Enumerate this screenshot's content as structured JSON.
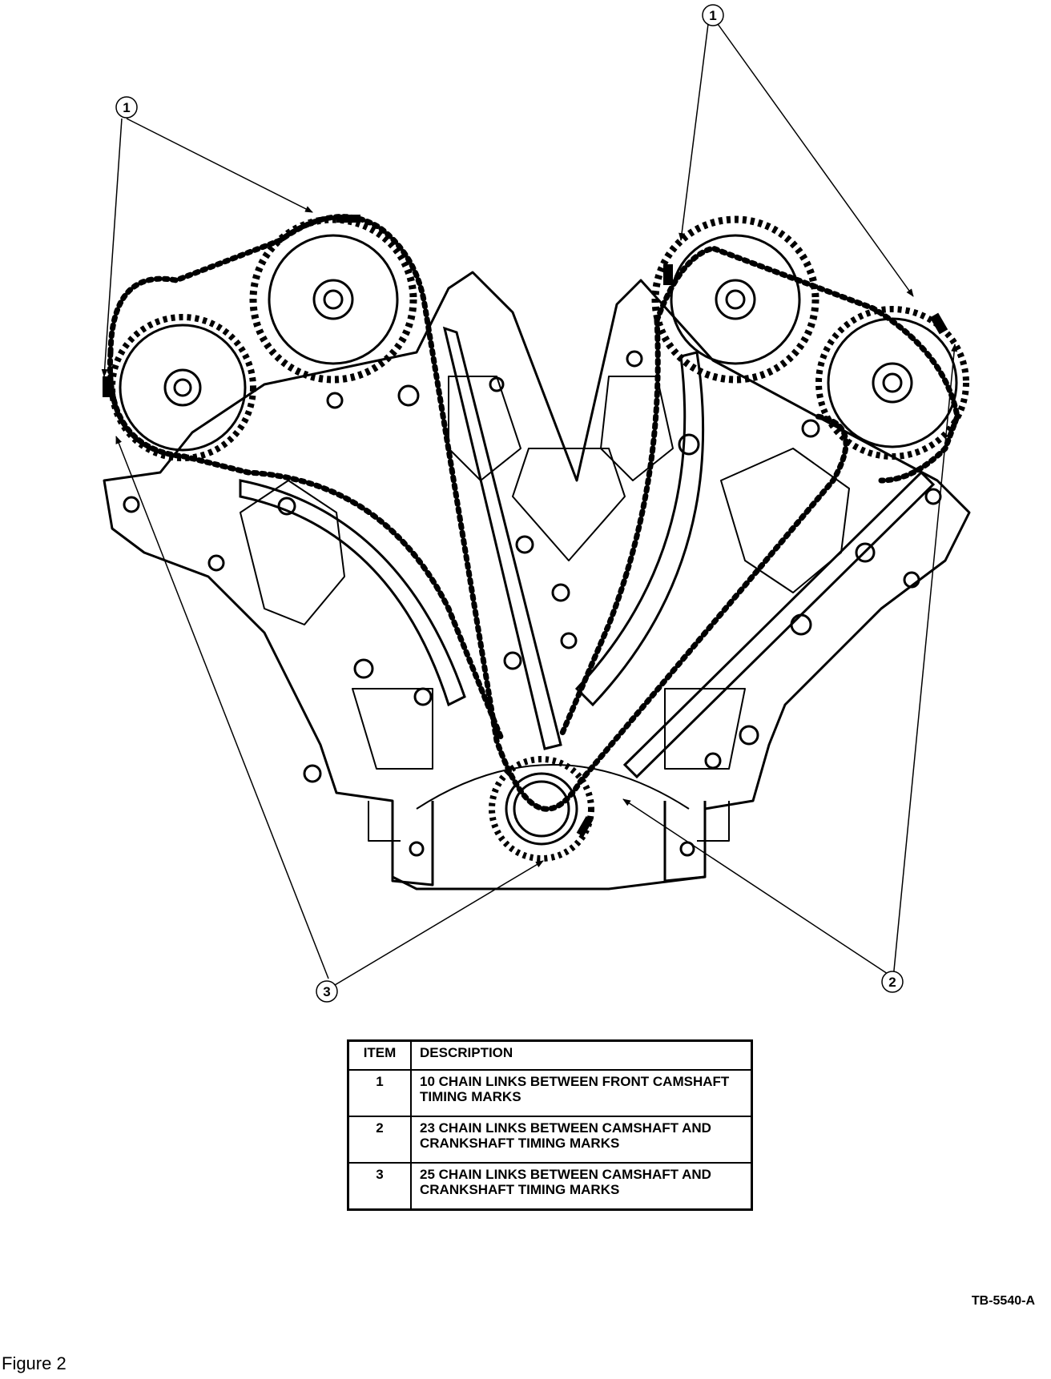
{
  "callouts": [
    "1",
    "1",
    "2",
    "3"
  ],
  "table": {
    "header_item": "ITEM",
    "header_description": "DESCRIPTION",
    "rows": [
      {
        "item": "1",
        "description": "10 CHAIN LINKS BETWEEN FRONT CAMSHAFT TIMING MARKS"
      },
      {
        "item": "2",
        "description": "23 CHAIN LINKS BETWEEN CAMSHAFT AND CRANKSHAFT TIMING MARKS"
      },
      {
        "item": "3",
        "description": "25 CHAIN LINKS BETWEEN CAMSHAFT AND CRANKSHAFT TIMING MARKS"
      }
    ]
  },
  "reference_code": "TB-5540-A",
  "figure_caption": "Figure 2"
}
